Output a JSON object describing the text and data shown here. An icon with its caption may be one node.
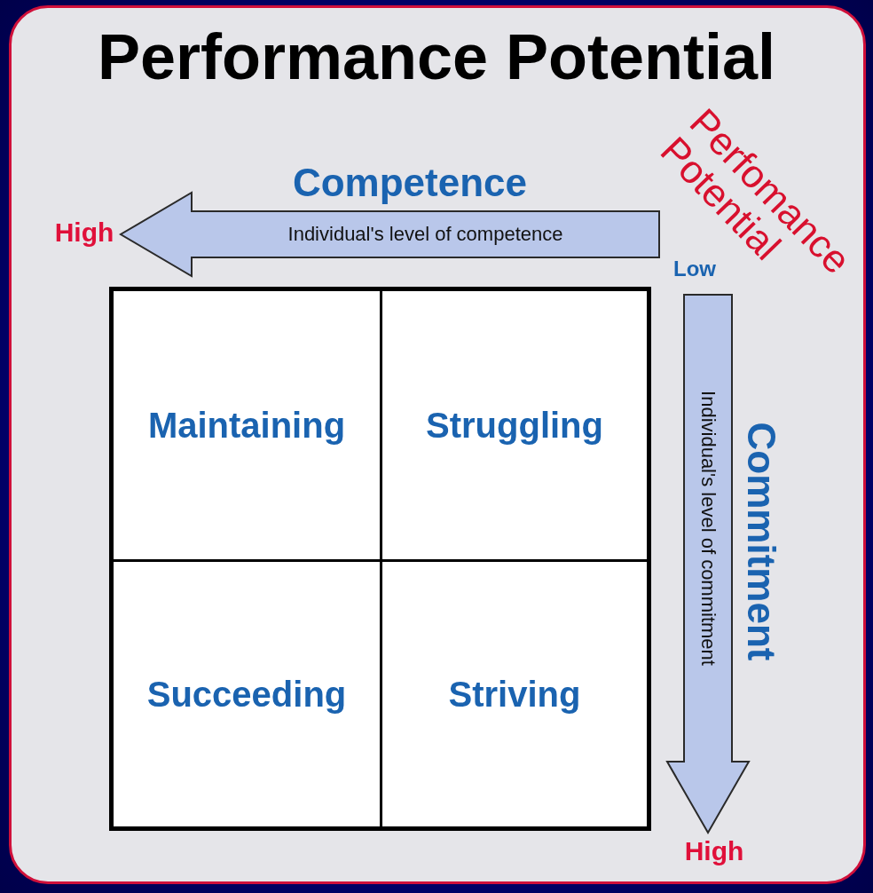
{
  "diagram": {
    "title": "Performance Potential",
    "nodes": [
      {
        "text": [],
        "shape": "box"
      },
      {
        "text": [
          "Maintaining"
        ],
        "in": 0
      },
      {
        "text": [
          "Struggling"
        ],
        "in": 0
      },
      {
        "text": [
          "Succeeding"
        ],
        "in": 0
      },
      {
        "text": [
          "Striving"
        ],
        "in": 0
      },
      {
        "text": [
          "High"
        ]
      },
      {
        "text": [
          "Low"
        ]
      },
      {
        "text": [
          "High"
        ]
      }
    ],
    "edges": [
      {
        "from": 6,
        "to": 5,
        "arrow": "to",
        "label": "Individual's level of competence",
        "style": "thick"
      },
      {
        "from": 6,
        "to": 7,
        "arrow": "to",
        "label": "Individual's level of commitment",
        "style": "thick"
      }
    ],
    "labels": [
      "Competence",
      "Perfomance Potential",
      "Commitment"
    ]
  }
}
